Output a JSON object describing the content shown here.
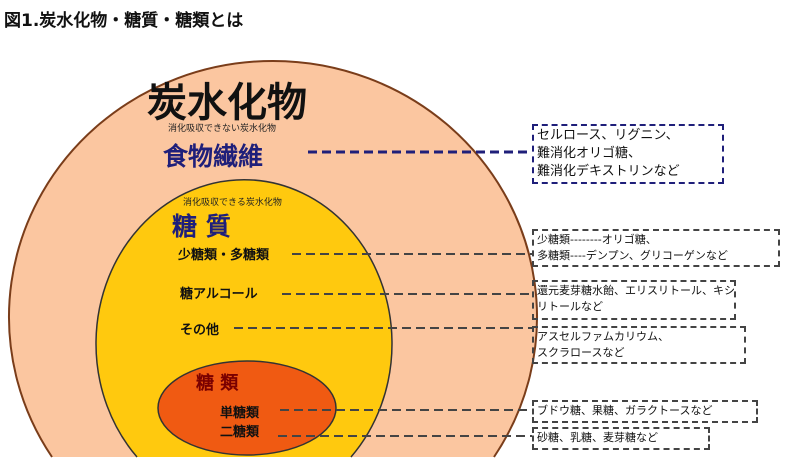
{
  "title": "図1.炭水化物・糖質・糖類とは",
  "carb": {
    "title": "炭水化物",
    "sub": "消化吸収できない炭水化物",
    "fiber": "食物繊維"
  },
  "sugar_q": {
    "sub": "消化吸収できる炭水化物",
    "title": "糖 質",
    "items": [
      "少糖類・多糖類",
      "糖アルコール",
      "その他"
    ]
  },
  "sugars": {
    "title": "糖 類",
    "items": [
      "単糖類",
      "二糖類"
    ]
  },
  "boxes": {
    "fiber": [
      "セルロース、リグニン、",
      "難消化オリゴ糖、",
      "難消化デキストリンなど"
    ],
    "oligo": [
      "少糖類--------オリゴ糖、",
      "多糖類----デンプン、グリコーゲンなど"
    ],
    "alcohol": [
      "還元麦芽糖水飴、エリスリトール、キシ",
      "リトールなど"
    ],
    "other": [
      "アスセルファムカリウム、",
      "スクラロースなど"
    ],
    "mono": [
      "ブドウ糖、果糖、ガラクトースなど"
    ],
    "di": [
      "砂糖、乳糖、麦芽糖など"
    ]
  },
  "colors": {
    "outer": "#fbc6a0",
    "middle": "#ffc90e",
    "inner": "#f05a12",
    "fiber": "#1f1f7a"
  }
}
